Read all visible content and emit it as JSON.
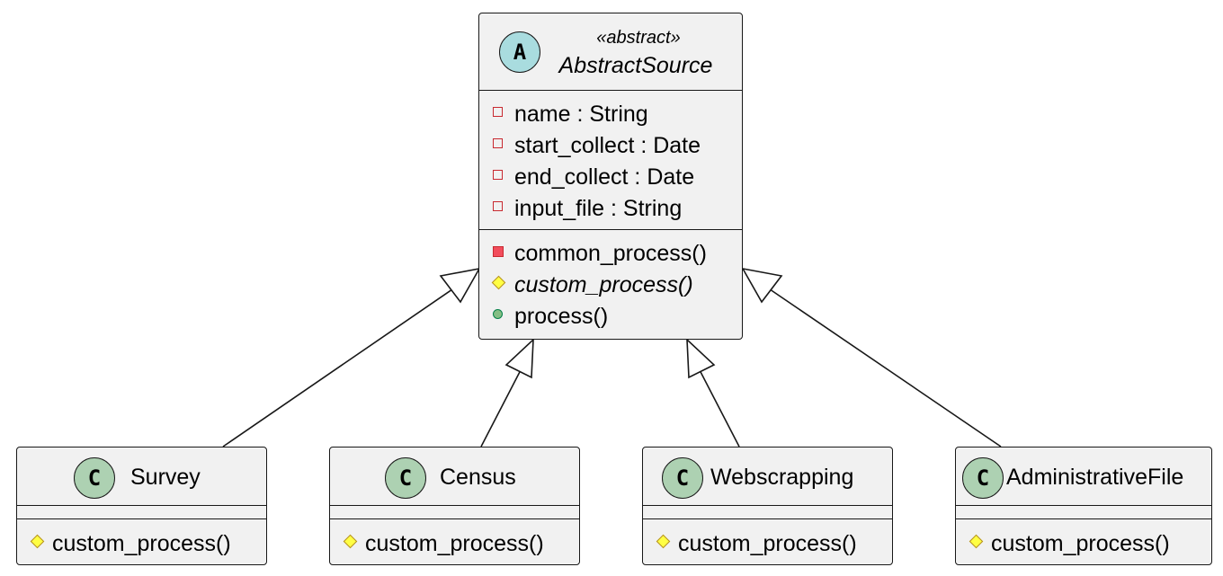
{
  "abstract_class": {
    "stereotype": "«abstract»",
    "name": "AbstractSource",
    "badge": "A",
    "attributes": [
      {
        "label": "name : String",
        "visibility": "private"
      },
      {
        "label": "start_collect : Date",
        "visibility": "private"
      },
      {
        "label": "end_collect : Date",
        "visibility": "private"
      },
      {
        "label": "input_file : String",
        "visibility": "private"
      }
    ],
    "methods": [
      {
        "label": "common_process()",
        "visibility": "private",
        "abstract": false
      },
      {
        "label": "custom_process()",
        "visibility": "protected",
        "abstract": true
      },
      {
        "label": "process()",
        "visibility": "public",
        "abstract": false
      }
    ]
  },
  "subclasses": [
    {
      "name": "Survey",
      "badge": "C",
      "method": "custom_process()"
    },
    {
      "name": "Census",
      "badge": "C",
      "method": "custom_process()"
    },
    {
      "name": "Webscrapping",
      "badge": "C",
      "method": "custom_process()"
    },
    {
      "name": "AdministrativeFile",
      "badge": "C",
      "method": "custom_process()"
    }
  ],
  "colors": {
    "box_fill": "#f1f1f1",
    "border": "#181818",
    "abstract_badge": "#a9dcdf",
    "class_badge": "#add1b2"
  }
}
